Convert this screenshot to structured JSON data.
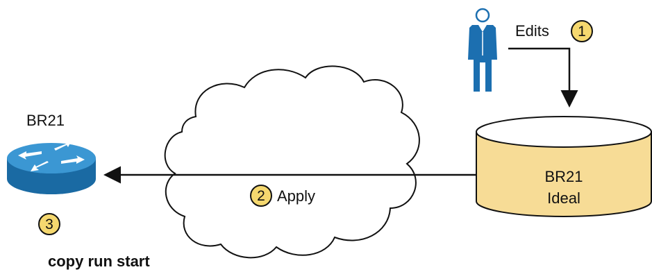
{
  "colors": {
    "person_blue": "#1c6fb0",
    "router_blue": "#1f7ab8",
    "router_top": "#3b97d3",
    "database_fill": "#f7dc96",
    "step_badge": "#f5d86f",
    "line": "#111111"
  },
  "router": {
    "icon": "router-icon",
    "name": "BR21",
    "step_number": "3",
    "command": "copy run start"
  },
  "database": {
    "icon": "database-icon",
    "line1": "BR21",
    "line2": "Ideal"
  },
  "person": {
    "icon": "person-icon",
    "action_label": "Edits",
    "step_number": "1"
  },
  "cloud": {
    "icon": "cloud-icon",
    "step_number": "2",
    "action_label": "Apply"
  }
}
